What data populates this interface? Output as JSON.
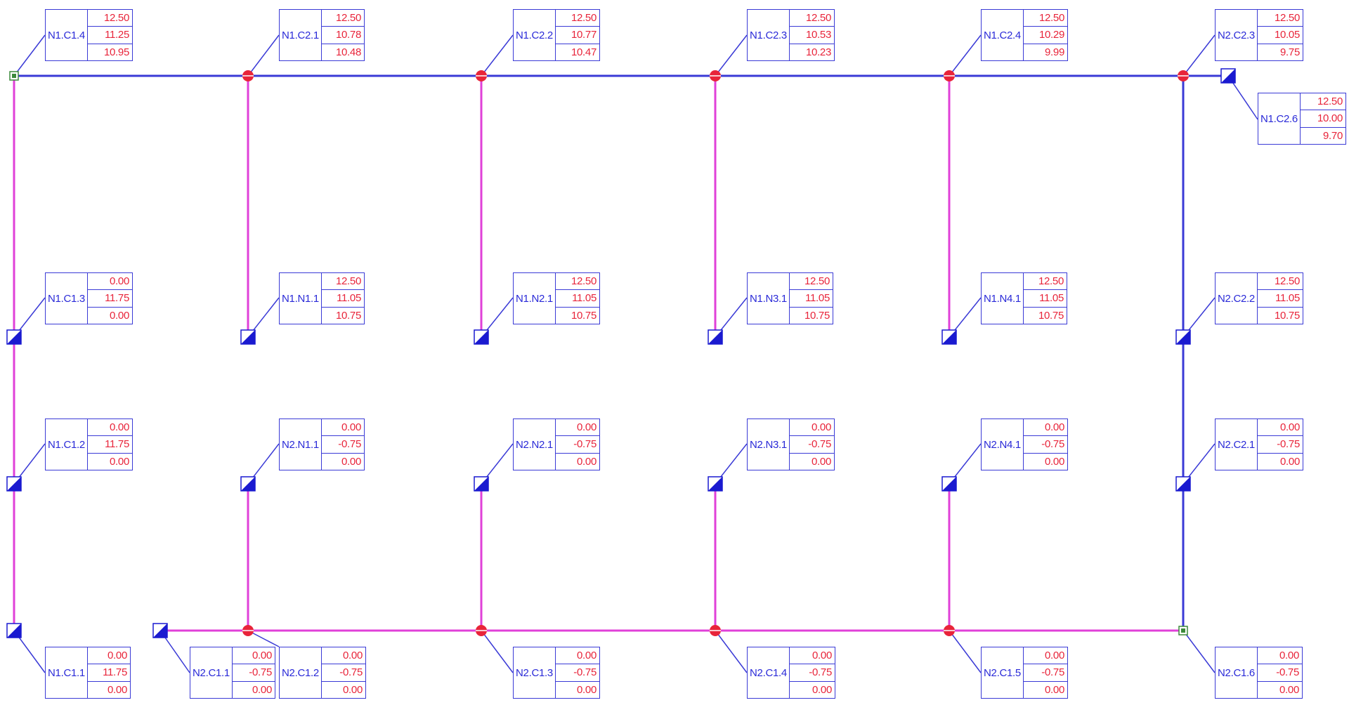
{
  "colors": {
    "pipe_main": "#3a3ad6",
    "pipe_branch": "#e040d8",
    "tee": "#e8243a",
    "terminal": "#1a1ad0",
    "label_border": "#3a3ad6",
    "label_name": "#2a2ad8",
    "label_value": "#e8243a",
    "end_cap": "#3c8a3c"
  },
  "icons": {
    "tee": "tee-junction-icon",
    "terminal": "terminal-fitting-icon",
    "cap": "end-cap-icon"
  },
  "nodes": [
    {
      "id": "N1.C1.4",
      "values": [
        "12.50",
        "11.25",
        "10.95"
      ]
    },
    {
      "id": "N1.C2.1",
      "values": [
        "12.50",
        "10.78",
        "10.48"
      ]
    },
    {
      "id": "N1.C2.2",
      "values": [
        "12.50",
        "10.77",
        "10.47"
      ]
    },
    {
      "id": "N1.C2.3",
      "values": [
        "12.50",
        "10.53",
        "10.23"
      ]
    },
    {
      "id": "N1.C2.4",
      "values": [
        "12.50",
        "10.29",
        "9.99"
      ]
    },
    {
      "id": "N2.C2.3",
      "values": [
        "12.50",
        "10.05",
        "9.75"
      ]
    },
    {
      "id": "N1.C2.6",
      "values": [
        "12.50",
        "10.00",
        "9.70"
      ]
    },
    {
      "id": "N1.C1.3",
      "values": [
        "0.00",
        "11.75",
        "0.00"
      ]
    },
    {
      "id": "N1.N1.1",
      "values": [
        "12.50",
        "11.05",
        "10.75"
      ]
    },
    {
      "id": "N1.N2.1",
      "values": [
        "12.50",
        "11.05",
        "10.75"
      ]
    },
    {
      "id": "N1.N3.1",
      "values": [
        "12.50",
        "11.05",
        "10.75"
      ]
    },
    {
      "id": "N1.N4.1",
      "values": [
        "12.50",
        "11.05",
        "10.75"
      ]
    },
    {
      "id": "N2.C2.2",
      "values": [
        "12.50",
        "11.05",
        "10.75"
      ]
    },
    {
      "id": "N1.C1.2",
      "values": [
        "0.00",
        "11.75",
        "0.00"
      ]
    },
    {
      "id": "N2.N1.1",
      "values": [
        "0.00",
        "-0.75",
        "0.00"
      ]
    },
    {
      "id": "N2.N2.1",
      "values": [
        "0.00",
        "-0.75",
        "0.00"
      ]
    },
    {
      "id": "N2.N3.1",
      "values": [
        "0.00",
        "-0.75",
        "0.00"
      ]
    },
    {
      "id": "N2.N4.1",
      "values": [
        "0.00",
        "-0.75",
        "0.00"
      ]
    },
    {
      "id": "N2.C2.1",
      "values": [
        "0.00",
        "-0.75",
        "0.00"
      ]
    },
    {
      "id": "N1.C1.1",
      "values": [
        "0.00",
        "11.75",
        "0.00"
      ]
    },
    {
      "id": "N2.C1.1",
      "values": [
        "0.00",
        "-0.75",
        "0.00"
      ]
    },
    {
      "id": "N2.C1.2",
      "values": [
        "0.00",
        "-0.75",
        "0.00"
      ]
    },
    {
      "id": "N2.C1.3",
      "values": [
        "0.00",
        "-0.75",
        "0.00"
      ]
    },
    {
      "id": "N2.C1.4",
      "values": [
        "0.00",
        "-0.75",
        "0.00"
      ]
    },
    {
      "id": "N2.C1.5",
      "values": [
        "0.00",
        "-0.75",
        "0.00"
      ]
    },
    {
      "id": "N2.C1.6",
      "values": [
        "0.00",
        "-0.75",
        "0.00"
      ]
    }
  ]
}
